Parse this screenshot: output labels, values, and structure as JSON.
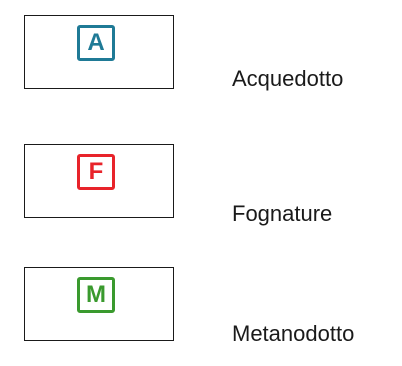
{
  "legend": [
    {
      "letter": "A",
      "label": "Acquedotto",
      "color": "#1f7a96"
    },
    {
      "letter": "F",
      "label": "Fognature",
      "color": "#e8232a"
    },
    {
      "letter": "M",
      "label": "Metanodotto",
      "color": "#3a9a2e"
    }
  ]
}
